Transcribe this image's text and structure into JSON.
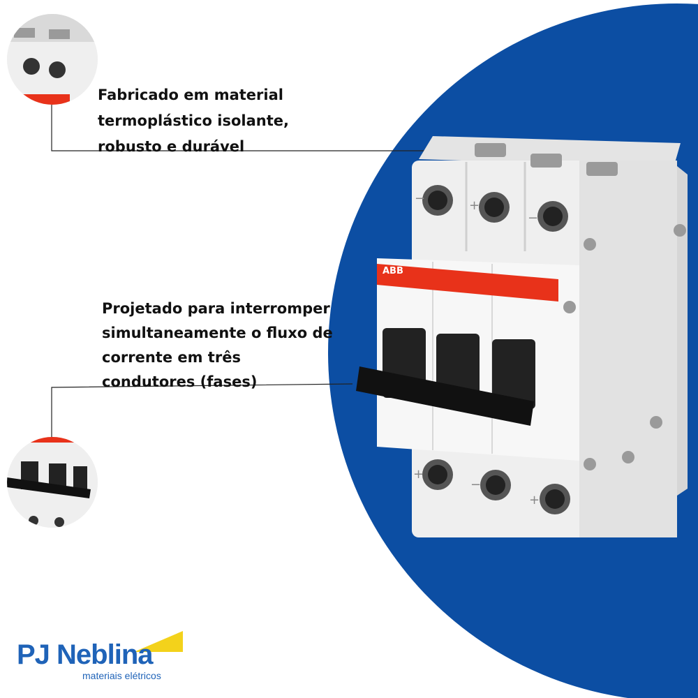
{
  "callouts": [
    {
      "text": "Fabricado em material\ntermoplástico isolante,\nrobusto e durável"
    },
    {
      "text": "Projetado para interromper\nsimultaneamente o fluxo de\ncorrente em três\ncondutores (fases)"
    }
  ],
  "product": {
    "brand": "ABB",
    "terminal_signs_top": [
      "−",
      "+",
      "−"
    ],
    "terminal_signs_bottom": [
      "+",
      "−",
      "+"
    ]
  },
  "logo": {
    "name": "PJ Neblina",
    "tagline": "materiais elétricos"
  },
  "colors": {
    "circle_blue": "#0c4ea3",
    "brand_blue": "#1f63b8",
    "accent_yellow": "#f3d21b",
    "abb_red": "#e8321a"
  }
}
